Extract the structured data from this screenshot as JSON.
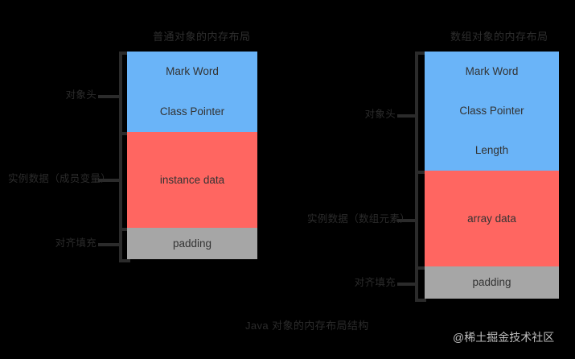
{
  "background_color": "#000000",
  "palette": {
    "header_blue": "#6ab4f8",
    "data_red": "#ff6661",
    "padding_gray": "#a6a6a6",
    "annotation_gray": "#2b2b2b",
    "box_text": "#333333",
    "watermark_gray": "#d8d8d8"
  },
  "diagrams": {
    "normal_object": {
      "title": "普通对象的内存布局",
      "segments": [
        {
          "key": "header",
          "color": "#6ab4f8",
          "rows": [
            "Mark Word",
            "Class Pointer"
          ]
        },
        {
          "key": "instance",
          "color": "#ff6661",
          "rows": [
            "instance data"
          ]
        },
        {
          "key": "padding",
          "color": "#a6a6a6",
          "rows": [
            "padding"
          ]
        }
      ],
      "annotations": [
        {
          "key": "object-header",
          "label": "对象头"
        },
        {
          "key": "instance-data",
          "label": "实例数据（成员变量）"
        },
        {
          "key": "alignment-padding",
          "label": "对齐填充"
        }
      ]
    },
    "array_object": {
      "title": "数组对象的内存布局",
      "segments": [
        {
          "key": "header",
          "color": "#6ab4f8",
          "rows": [
            "Mark Word",
            "Class Pointer",
            "Length"
          ]
        },
        {
          "key": "array",
          "color": "#ff6661",
          "rows": [
            "array data"
          ]
        },
        {
          "key": "padding",
          "color": "#a6a6a6",
          "rows": [
            "padding"
          ]
        }
      ],
      "annotations": [
        {
          "key": "object-header",
          "label": "对象头"
        },
        {
          "key": "array-data",
          "label": "实例数据（数组元素）"
        },
        {
          "key": "alignment-padding",
          "label": "对齐填充"
        }
      ]
    }
  },
  "caption": "Java 对象的内存布局结构",
  "watermark": "@稀土掘金技术社区"
}
